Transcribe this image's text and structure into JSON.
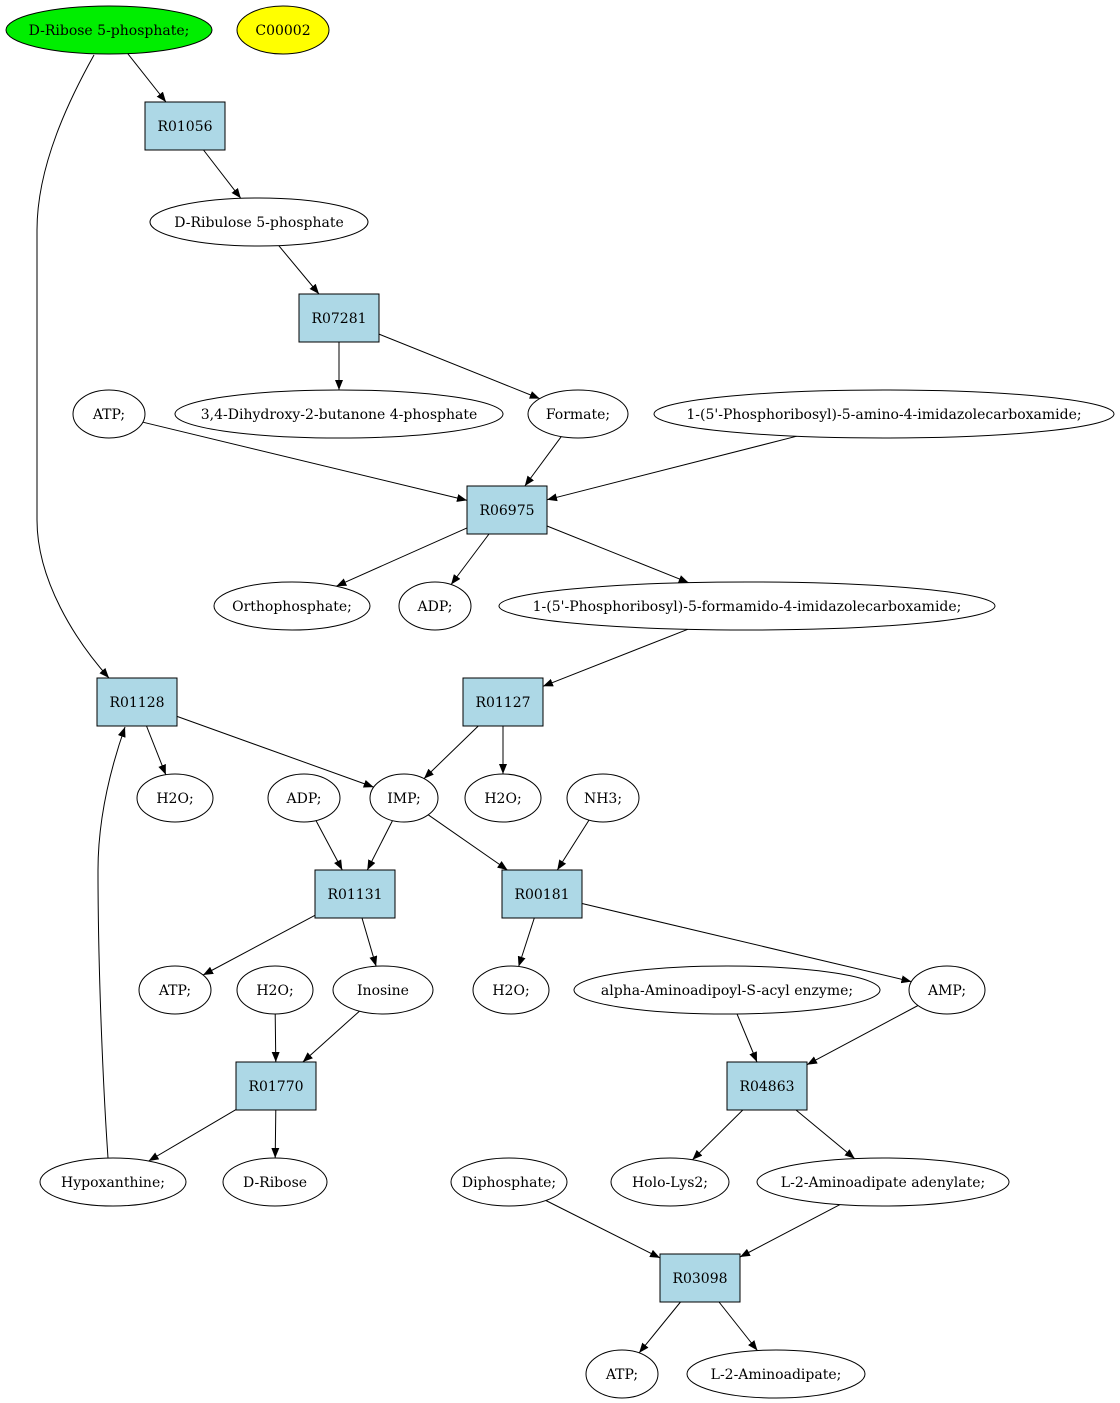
{
  "colors": {
    "start": "#00ee00",
    "highlight": "#ffff00",
    "compound": "#ffffff",
    "reaction": "#add8e6",
    "line": "#000000"
  },
  "nodes": {
    "ribose5p": {
      "label": "D-Ribose 5-phosphate;",
      "kind": "compound",
      "fill": "start"
    },
    "c00002": {
      "label": "C00002",
      "kind": "compound",
      "fill": "highlight"
    },
    "r01056": {
      "label": "R01056",
      "kind": "reaction"
    },
    "ribulose5p": {
      "label": "D-Ribulose 5-phosphate",
      "kind": "compound"
    },
    "r07281": {
      "label": "R07281",
      "kind": "reaction"
    },
    "atp1": {
      "label": "ATP;",
      "kind": "compound"
    },
    "dhbp": {
      "label": "3,4-Dihydroxy-2-butanone 4-phosphate",
      "kind": "compound"
    },
    "formate": {
      "label": "Formate;",
      "kind": "compound"
    },
    "aicar": {
      "label": "1-(5'-Phosphoribosyl)-5-amino-4-imidazolecarboxamide;",
      "kind": "compound"
    },
    "r06975": {
      "label": "R06975",
      "kind": "reaction"
    },
    "ortho": {
      "label": "Orthophosphate;",
      "kind": "compound"
    },
    "adp1": {
      "label": "ADP;",
      "kind": "compound"
    },
    "faicar": {
      "label": "1-(5'-Phosphoribosyl)-5-formamido-4-imidazolecarboxamide;",
      "kind": "compound"
    },
    "r01128": {
      "label": "R01128",
      "kind": "reaction"
    },
    "r01127": {
      "label": "R01127",
      "kind": "reaction"
    },
    "h2o1": {
      "label": "H2O;",
      "kind": "compound"
    },
    "adp2": {
      "label": "ADP;",
      "kind": "compound"
    },
    "imp": {
      "label": "IMP;",
      "kind": "compound"
    },
    "h2o2": {
      "label": "H2O;",
      "kind": "compound"
    },
    "nh3": {
      "label": "NH3;",
      "kind": "compound"
    },
    "r01131": {
      "label": "R01131",
      "kind": "reaction"
    },
    "r00181": {
      "label": "R00181",
      "kind": "reaction"
    },
    "atp2": {
      "label": "ATP;",
      "kind": "compound"
    },
    "h2o3": {
      "label": "H2O;",
      "kind": "compound"
    },
    "inosine": {
      "label": "Inosine",
      "kind": "compound"
    },
    "h2o4": {
      "label": "H2O;",
      "kind": "compound"
    },
    "alpha": {
      "label": "alpha-Aminoadipoyl-S-acyl enzyme;",
      "kind": "compound"
    },
    "amp": {
      "label": "AMP;",
      "kind": "compound"
    },
    "r01770": {
      "label": "R01770",
      "kind": "reaction"
    },
    "r04863": {
      "label": "R04863",
      "kind": "reaction"
    },
    "hypox": {
      "label": "Hypoxanthine;",
      "kind": "compound"
    },
    "dribose": {
      "label": "D-Ribose",
      "kind": "compound"
    },
    "diphos": {
      "label": "Diphosphate;",
      "kind": "compound"
    },
    "holo": {
      "label": "Holo-Lys2;",
      "kind": "compound"
    },
    "l2aadenyl": {
      "label": "L-2-Aminoadipate adenylate;",
      "kind": "compound"
    },
    "r03098": {
      "label": "R03098",
      "kind": "reaction"
    },
    "atp3": {
      "label": "ATP;",
      "kind": "compound"
    },
    "l2a": {
      "label": "L-2-Aminoadipate;",
      "kind": "compound"
    }
  },
  "edges": [
    {
      "from": "ribose5p",
      "to": "r01056"
    },
    {
      "from": "r01056",
      "to": "ribulose5p"
    },
    {
      "from": "ribulose5p",
      "to": "r07281"
    },
    {
      "from": "r07281",
      "to": "dhbp"
    },
    {
      "from": "r07281",
      "to": "formate"
    },
    {
      "from": "atp1",
      "to": "r06975"
    },
    {
      "from": "formate",
      "to": "r06975"
    },
    {
      "from": "aicar",
      "to": "r06975"
    },
    {
      "from": "r06975",
      "to": "ortho"
    },
    {
      "from": "r06975",
      "to": "adp1"
    },
    {
      "from": "r06975",
      "to": "faicar"
    },
    {
      "from": "faicar",
      "to": "r01127"
    },
    {
      "from": "ribose5p",
      "to": "r01128"
    },
    {
      "from": "hypox",
      "to": "r01128"
    },
    {
      "from": "r01128",
      "to": "h2o1"
    },
    {
      "from": "r01128",
      "to": "imp"
    },
    {
      "from": "r01127",
      "to": "imp"
    },
    {
      "from": "r01127",
      "to": "h2o2"
    },
    {
      "from": "adp2",
      "to": "r01131"
    },
    {
      "from": "imp",
      "to": "r01131"
    },
    {
      "from": "imp",
      "to": "r00181"
    },
    {
      "from": "nh3",
      "to": "r00181"
    },
    {
      "from": "r01131",
      "to": "atp2"
    },
    {
      "from": "r01131",
      "to": "inosine"
    },
    {
      "from": "r00181",
      "to": "h2o3"
    },
    {
      "from": "r00181",
      "to": "amp"
    },
    {
      "from": "h2o4",
      "to": "r01770"
    },
    {
      "from": "inosine",
      "to": "r01770"
    },
    {
      "from": "r01770",
      "to": "hypox"
    },
    {
      "from": "r01770",
      "to": "dribose"
    },
    {
      "from": "alpha",
      "to": "r04863"
    },
    {
      "from": "amp",
      "to": "r04863"
    },
    {
      "from": "r04863",
      "to": "holo"
    },
    {
      "from": "r04863",
      "to": "l2aadenyl"
    },
    {
      "from": "diphos",
      "to": "r03098"
    },
    {
      "from": "l2aadenyl",
      "to": "r03098"
    },
    {
      "from": "r03098",
      "to": "atp3"
    },
    {
      "from": "r03098",
      "to": "l2a"
    }
  ]
}
